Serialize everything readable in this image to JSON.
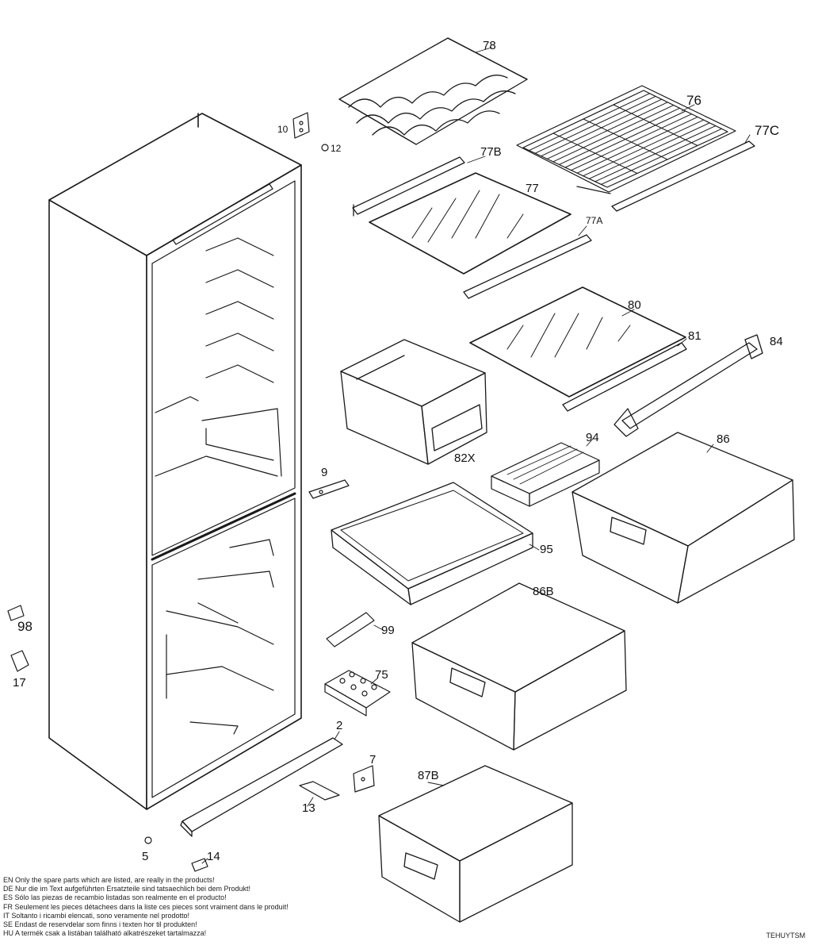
{
  "parts": [
    {
      "id": "p78",
      "label": "78"
    },
    {
      "id": "p76",
      "label": "76"
    },
    {
      "id": "p77C",
      "label": "77C"
    },
    {
      "id": "p10",
      "label": "10"
    },
    {
      "id": "p12",
      "label": "12"
    },
    {
      "id": "p77B",
      "label": "77B"
    },
    {
      "id": "p77",
      "label": "77"
    },
    {
      "id": "p77A",
      "label": "77A"
    },
    {
      "id": "p80",
      "label": "80"
    },
    {
      "id": "p81",
      "label": "81"
    },
    {
      "id": "p84",
      "label": "84"
    },
    {
      "id": "p82X",
      "label": "82X"
    },
    {
      "id": "p94",
      "label": "94"
    },
    {
      "id": "p86",
      "label": "86"
    },
    {
      "id": "p9",
      "label": "9"
    },
    {
      "id": "p95",
      "label": "95"
    },
    {
      "id": "p86B",
      "label": "86B"
    },
    {
      "id": "p98",
      "label": "98"
    },
    {
      "id": "p99",
      "label": "99"
    },
    {
      "id": "p17",
      "label": "17"
    },
    {
      "id": "p75",
      "label": "75"
    },
    {
      "id": "p2",
      "label": "2"
    },
    {
      "id": "p7",
      "label": "7"
    },
    {
      "id": "p87B",
      "label": "87B"
    },
    {
      "id": "p13",
      "label": "13"
    },
    {
      "id": "p5",
      "label": "5"
    },
    {
      "id": "p14",
      "label": "14"
    }
  ],
  "notes": [
    "EN  Only the spare parts which are listed, are really in the products!",
    "DE  Nur die im Text aufgeführten Ersatzteile sind tatsaechlich bei dem Produkt!",
    "ES  Sólo las piezas de recambio listadas son realmente en el producto!",
    "FR  Seulement les pieces détachees dans la liste ces pieces sont vraiment dans le produit!",
    "IT  Soltanto i ricambi elencati, sono veramente nel prodotto!",
    "SE  Endast de reservdelar som finns i texten hor til produkten!",
    "HU  A termék csak a listában található alkatrészeket tartalmazza!"
  ],
  "code": "TEHUYTSM"
}
